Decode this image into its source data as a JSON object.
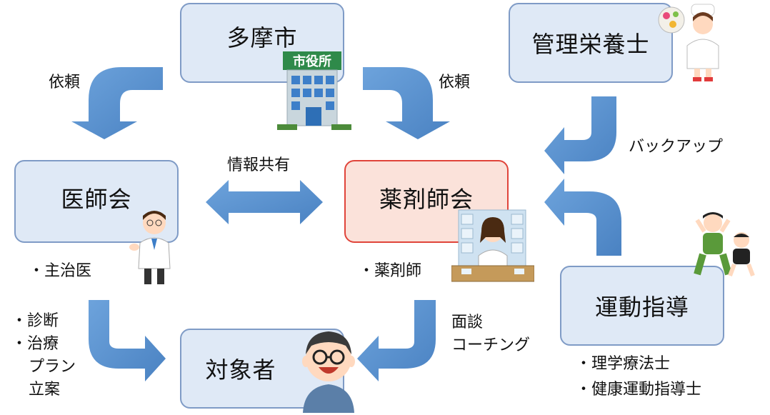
{
  "nodes": {
    "tama_city": "多摩市",
    "dietitian": "管理栄養士",
    "medical_assoc": "医師会",
    "pharma_assoc": "薬剤師会",
    "exercise": "運動指導",
    "target": "対象者"
  },
  "city_hall_sign": "市役所",
  "edges": {
    "request_left": "依頼",
    "request_right": "依頼",
    "info_share": "情報共有",
    "backup": "バックアップ",
    "interview": "面談",
    "coaching": "コーチング"
  },
  "notes": {
    "doctor": "・主治医",
    "pharmacist": "・薬剤師",
    "diagnosis": "・診断",
    "treatment": "・治療",
    "plan_1": "プラン",
    "plan_2": "立案",
    "pt": "・理学療法士",
    "trainer": "・健康運動指導士"
  },
  "colors": {
    "arrow": "#5b93d0",
    "node_fill": "#dfe9f6",
    "node_border": "#7f9bc6",
    "pharma_fill": "#fbe2da",
    "pharma_border": "#e0443a"
  },
  "icons": [
    "city-hall-icon",
    "doctor-icon",
    "pharmacist-icon",
    "dietitian-icon",
    "exercise-people-icon",
    "elderly-man-icon"
  ]
}
